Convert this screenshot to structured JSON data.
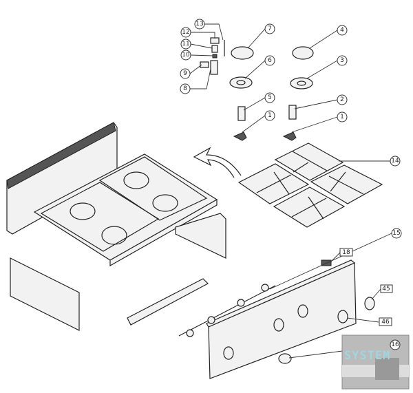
{
  "title": "Gas range exploded parts diagram",
  "callouts": {
    "c13": "13",
    "c12": "12",
    "c11": "11",
    "c10": "10",
    "c9": "9",
    "c8": "8",
    "c7": "7",
    "c6": "6",
    "c5": "5",
    "c1a": "1",
    "c4": "4",
    "c3": "3",
    "c2": "2",
    "c1b": "1",
    "c14": "14",
    "c15": "15",
    "c18": "18",
    "c45": "45",
    "c46": "46",
    "c16": "16"
  },
  "watermark": {
    "text": "SYSTEM"
  }
}
